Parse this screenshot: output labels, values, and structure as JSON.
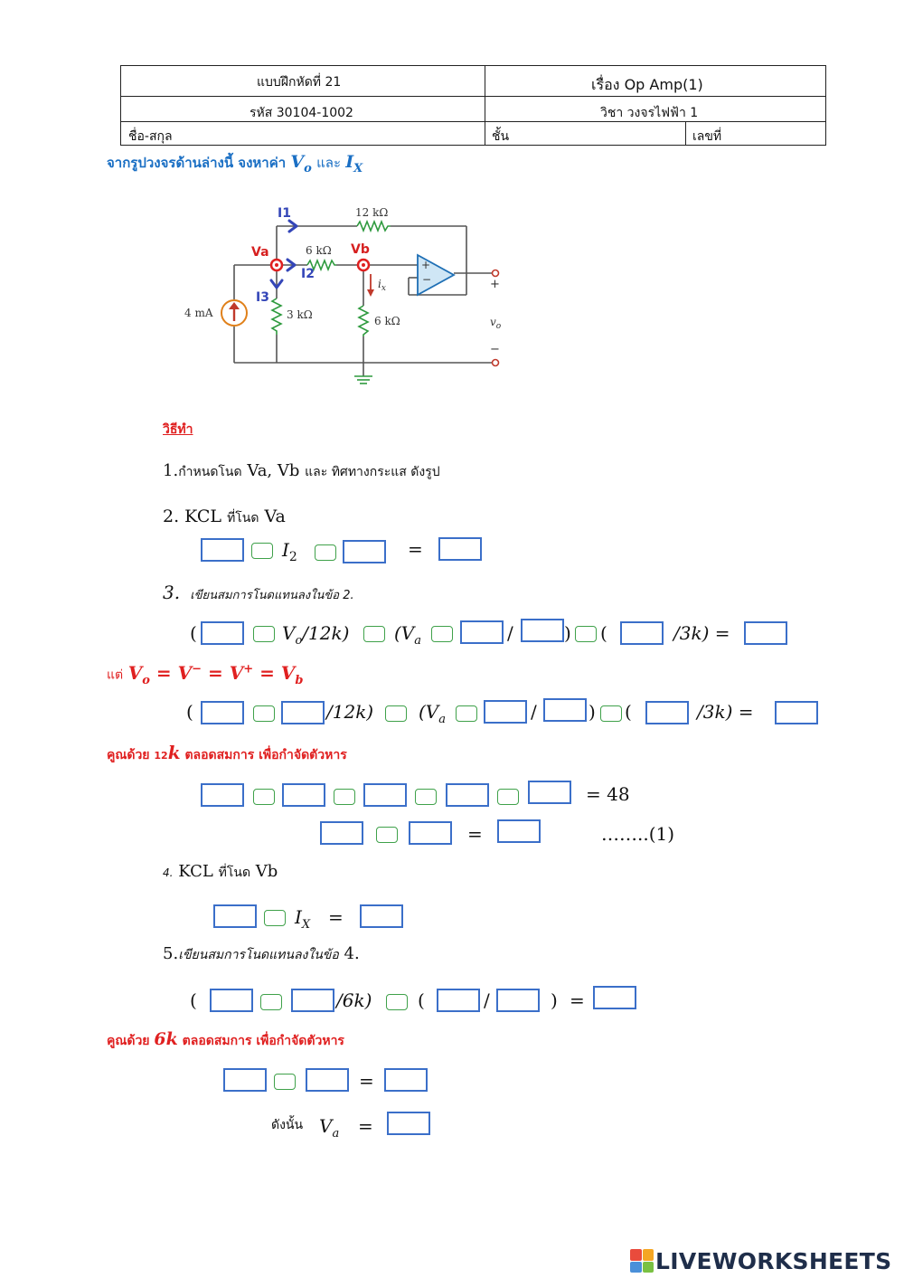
{
  "header": {
    "exercise": "แบบฝึกหัดที่ 21",
    "topic": "เรื่อง Op Amp(1)",
    "code": "รหัส 30104-1002",
    "subject": "วิชา วงจรไฟฟ้า 1",
    "name_label": "ชื่อ-สกุล",
    "class_label": "ชั้น",
    "number_label": "เลขที่"
  },
  "question": {
    "text": "จากรูปวงจรด้านล่างนี้ จงหาค่า",
    "vo": "V",
    "vo_sub": "o",
    "and": "และ",
    "ix": "I",
    "ix_sub": "X"
  },
  "circuit": {
    "i1": "I1",
    "i2": "I2",
    "i3": "I3",
    "va": "Va",
    "vb": "Vb",
    "r12k": "12 kΩ",
    "r6k_top": "6 kΩ",
    "r3k": "3 kΩ",
    "r6k": "6 kΩ",
    "source": "4 mA",
    "ix": "i",
    "ix_sub": "x",
    "plus": "+",
    "vo": "v",
    "vo_sub": "o",
    "minus": "−"
  },
  "method_title": "วิธีทำ",
  "steps": {
    "s1_num": "1.",
    "s1_text": "กำหนดโนด",
    "s1_nodes": "Va, Vb",
    "s1_rest": "และ ทิศทางกระแส ดังรูป",
    "s2_num": "2. KCL",
    "s2_text": "ที่โนด",
    "s2_node": "Va",
    "s3_num": "3.",
    "s3_text": "เขียนสมการโนดแทนลงในข้อ 2.",
    "but_text": "แต่",
    "mult12_text": "คูณด้วย",
    "mult12_num": "12",
    "mult12_k": "k",
    "mult12_rest": "ตลอดสมการ เพื่อกำจัดตัวหาร",
    "eq48": "= 48",
    "eq1_label": "……..(1)",
    "s4_num": "4.",
    "s4_text": "KCL",
    "s4_mid": "ที่โนด",
    "s4_node": "Vb",
    "s5_num": "5.",
    "s5_text": "เขียนสมการโนดแทนลงในข้อ",
    "s5_ref": "4.",
    "mult6_text": "คูณด้วย",
    "mult6_k": "6k",
    "mult6_rest": "ตลอดสมการ เพื่อกำจัดตัวหาร",
    "therefore": "ดังนั้น"
  },
  "eq2": {
    "i2": "I",
    "i2_sub": "2",
    "eq": "="
  },
  "eq3": {
    "open": "(",
    "vo12": "V",
    "vo12_sub": "o",
    "over12": "/12k)",
    "va_open": "(V",
    "va_sub": "a",
    "slash": "/",
    "close": ")",
    "open2": "(",
    "over3": "/3k) ="
  },
  "vo_eq": {
    "lhs": "V",
    "lhs_sub": "o",
    "rest1": " = V",
    "sup1": "−",
    "rest2": " = V",
    "sup2": "+",
    "rest3": " = V",
    "sub3": "b"
  },
  "eq4": {
    "open": "(",
    "over12": "/12k)",
    "va_open": "(V",
    "va_sub": "a",
    "slash": "/",
    "close": ")",
    "open2": "(",
    "over3": "/3k) ="
  },
  "eq_kcl_b": {
    "ix": "I",
    "ix_sub": "X",
    "eq": "="
  },
  "eq5": {
    "open": "(",
    "over6": "/6k)",
    "open2": "(",
    "slash": "/",
    "close": ")",
    "eq": "="
  },
  "eq6": {
    "eq": "="
  },
  "final": {
    "va": "V",
    "va_sub": "a",
    "eq": "="
  },
  "brand": {
    "name": "LIVEWORKSHEETS",
    "colors": [
      "#e94b3c",
      "#f5a623",
      "#4a90d9",
      "#7ac143"
    ]
  }
}
